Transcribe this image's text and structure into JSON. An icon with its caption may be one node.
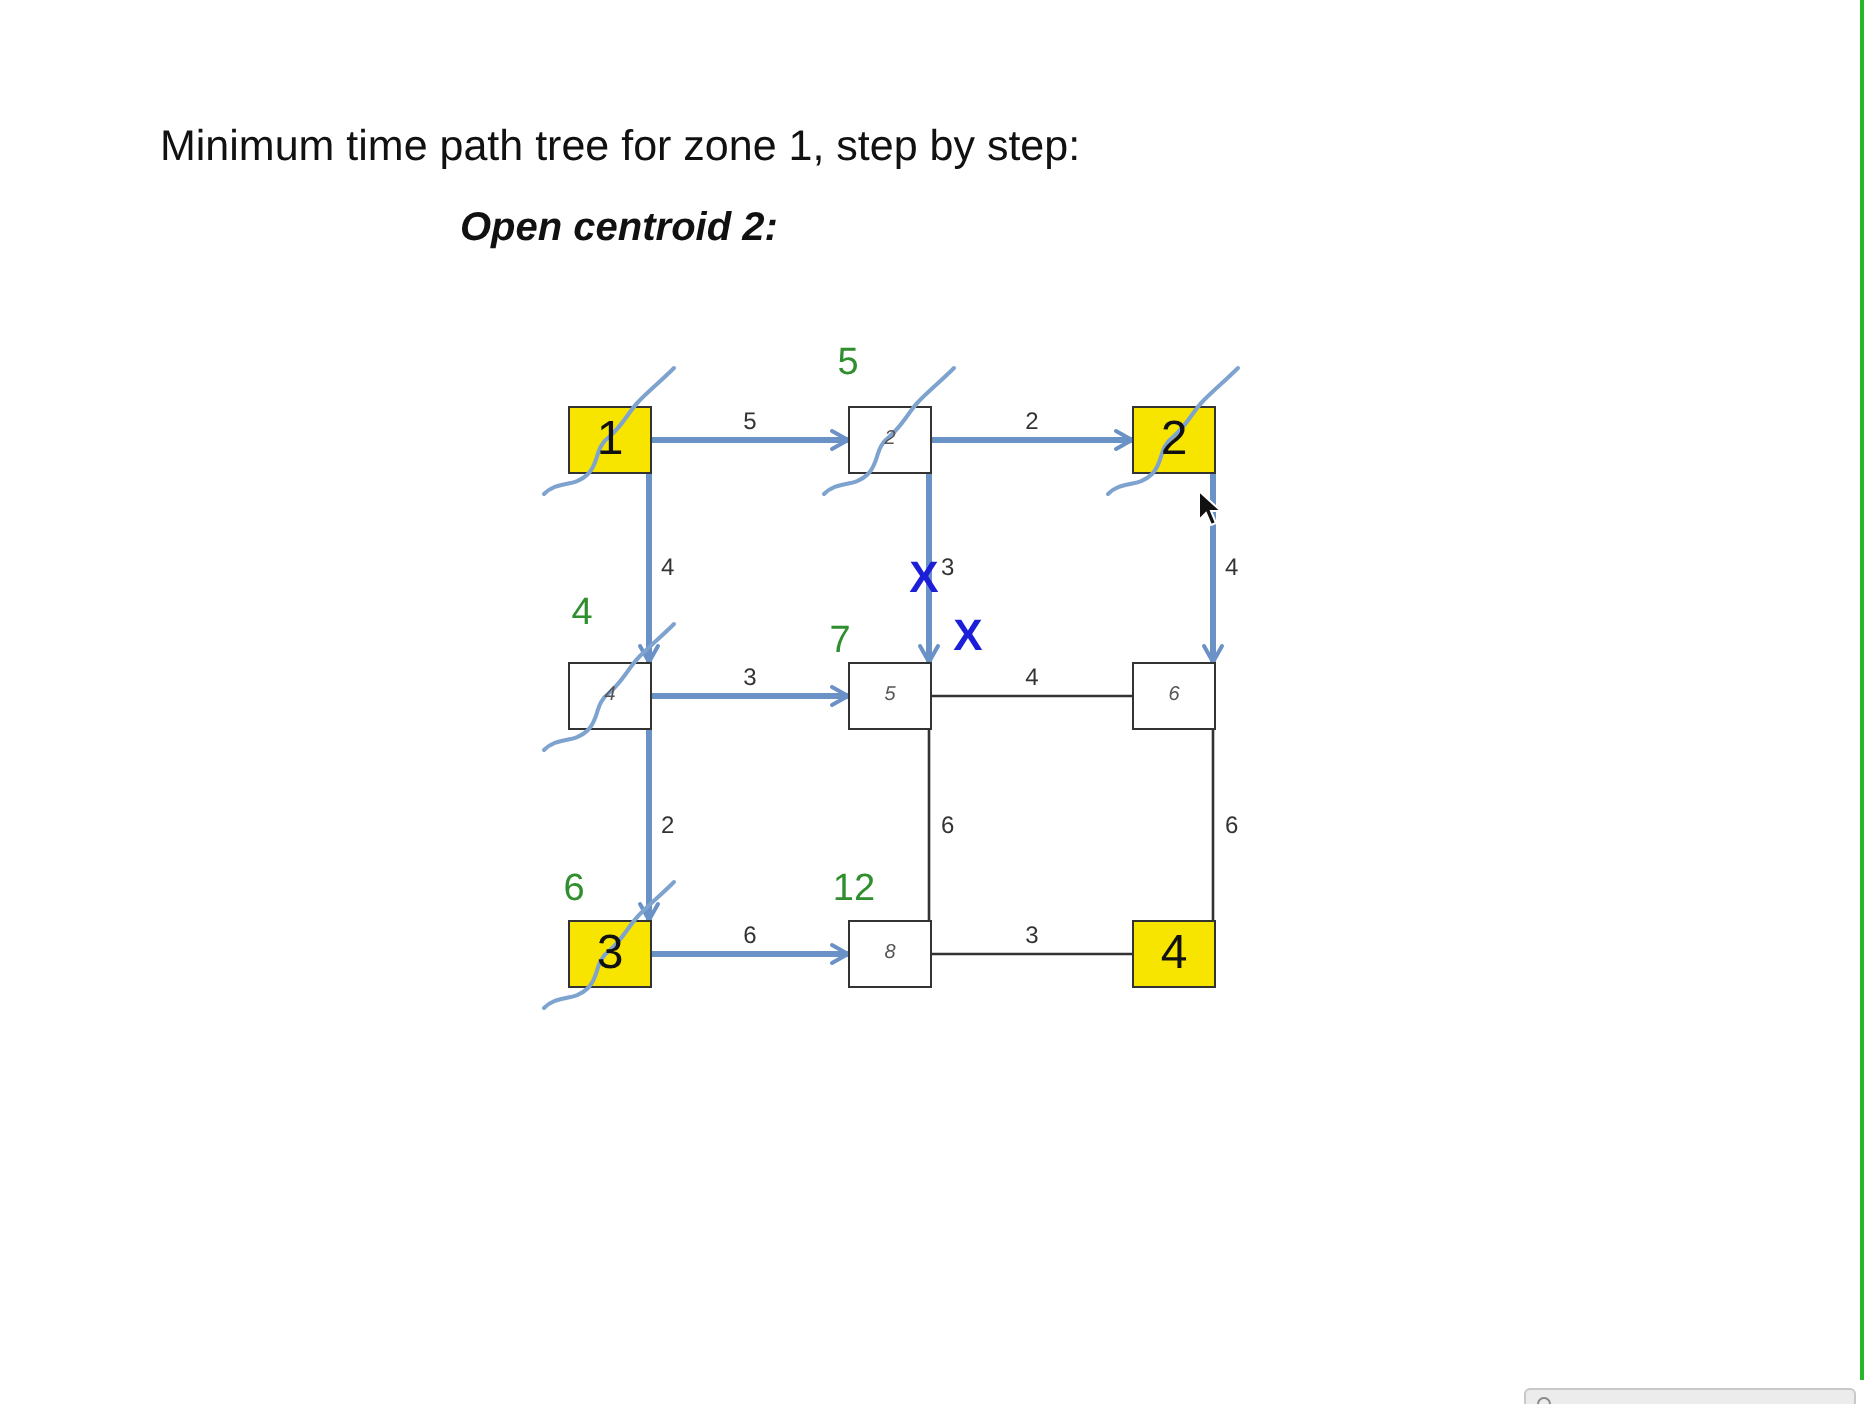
{
  "diagram": {
    "title": "Minimum time path tree for zone 1, step by step:",
    "nodes": [
      {
        "text": [
          "1"
        ]
      },
      {
        "text": [
          "2"
        ],
        "beside": [
          "5"
        ]
      },
      {
        "text": [
          "2"
        ]
      },
      {
        "text": [
          "4"
        ],
        "beside": [
          "4"
        ]
      },
      {
        "text": [
          "5"
        ],
        "beside": [
          "7"
        ]
      },
      {
        "text": [
          "6"
        ]
      },
      {
        "text": [
          "3"
        ],
        "beside": [
          "6"
        ]
      },
      {
        "text": [
          "8"
        ],
        "beside": [
          "12"
        ]
      },
      {
        "text": [
          "4"
        ]
      }
    ],
    "edges": [
      {
        "from": 0,
        "to": 1,
        "arrow": "to",
        "label": "5"
      },
      {
        "from": 1,
        "to": 2,
        "arrow": "to",
        "label": "2"
      },
      {
        "from": 0,
        "to": 3,
        "arrow": "to",
        "label": "4"
      },
      {
        "from": 1,
        "to": 4,
        "arrow": "to",
        "label": "3"
      },
      {
        "from": 2,
        "to": 5,
        "arrow": "to",
        "label": "4"
      },
      {
        "from": 3,
        "to": 4,
        "arrow": "to",
        "label": "3"
      },
      {
        "from": 4,
        "to": 5,
        "arrow": "none",
        "label": "4",
        "color": "#333333"
      },
      {
        "from": 3,
        "to": 6,
        "arrow": "to",
        "label": "2"
      },
      {
        "from": 4,
        "to": 7,
        "arrow": "none",
        "label": "6",
        "color": "#333333"
      },
      {
        "from": 5,
        "to": 8,
        "arrow": "none",
        "label": "6",
        "color": "#333333"
      },
      {
        "from": 6,
        "to": 7,
        "arrow": "to",
        "label": "6"
      },
      {
        "from": 7,
        "to": 8,
        "arrow": "none",
        "label": "3",
        "color": "#333333"
      }
    ],
    "labels": [
      "Open centroid 2:",
      "X",
      "X"
    ]
  }
}
